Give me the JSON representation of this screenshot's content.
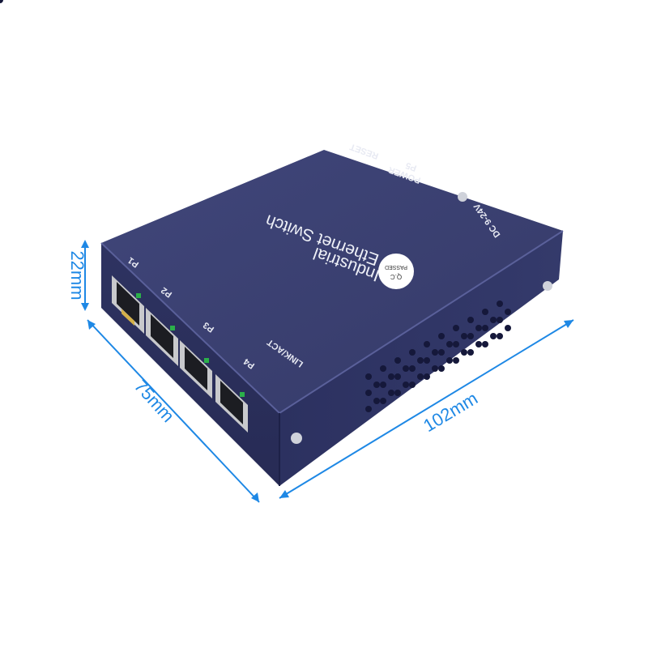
{
  "dimensions": {
    "height": "22mm",
    "depth": "75mm",
    "width": "102mm"
  },
  "device": {
    "title_line1": "Industrial",
    "title_line2": "Ethernet Switch",
    "qc_line1": "Q.C",
    "qc_line2": "PASSED",
    "ports": [
      "P1",
      "P2",
      "P3",
      "P4"
    ],
    "link_label": "LINK/ACT",
    "reset_label": "RESET",
    "p5_label": "P5",
    "power_label": "POWER",
    "dc_label": "DC 9-24V",
    "body_color": "#3a3f6e",
    "dimension_color": "#1e88e5"
  }
}
